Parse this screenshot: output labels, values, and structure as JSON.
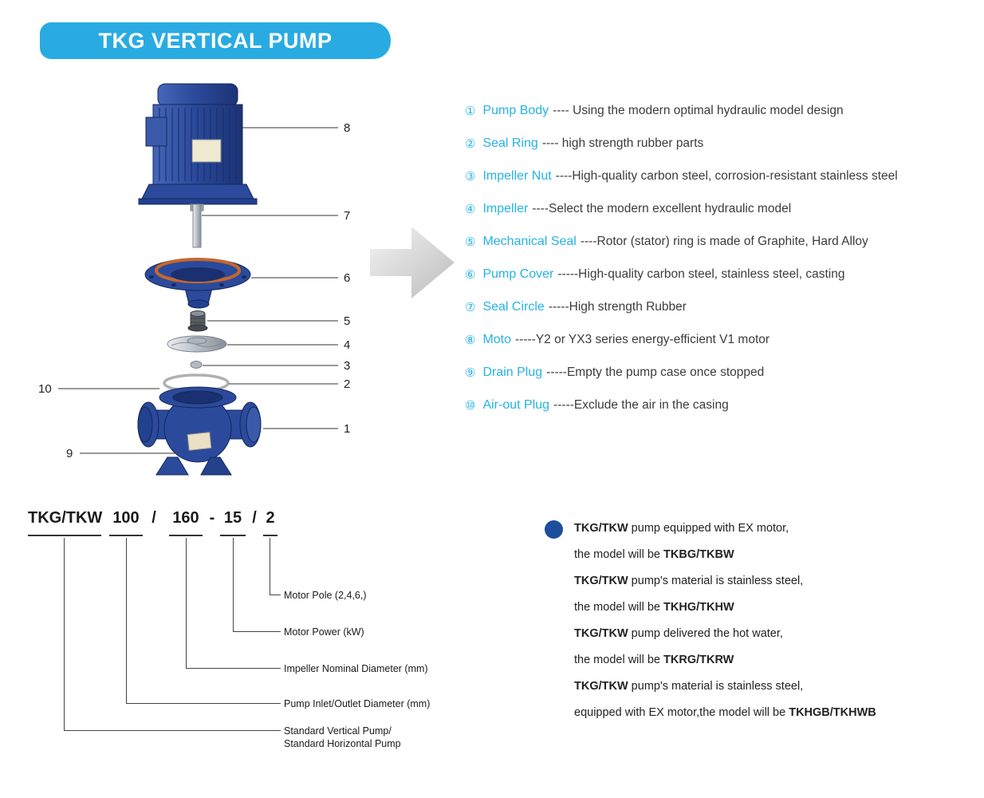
{
  "banner": {
    "title": "TKG VERTICAL PUMP"
  },
  "diagram": {
    "callouts_right": [
      "8",
      "7",
      "6",
      "5",
      "4",
      "3",
      "2",
      "1"
    ],
    "callouts_left": [
      "10",
      "9"
    ]
  },
  "parts_list": [
    {
      "num": "①",
      "name": "Pump Body",
      "desc": "---- Using the modern optimal hydraulic model design"
    },
    {
      "num": "②",
      "name": "Seal Ring",
      "desc": "---- high strength rubber parts"
    },
    {
      "num": "③",
      "name": "Impeller Nut",
      "desc": "----High-quality carbon steel, corrosion-resistant stainless steel"
    },
    {
      "num": "④",
      "name": "Impeller",
      "desc": "----Select the modern excellent hydraulic model"
    },
    {
      "num": "⑤",
      "name": "Mechanical Seal",
      "desc": "----Rotor (stator) ring is made of Graphite, Hard Alloy"
    },
    {
      "num": "⑥",
      "name": "Pump Cover",
      "desc": "-----High-quality carbon steel, stainless steel, casting"
    },
    {
      "num": "⑦",
      "name": "Seal Circle",
      "desc": "-----High strength Rubber"
    },
    {
      "num": "⑧",
      "name": "Moto",
      "desc": "-----Y2 or YX3 series energy-efficient V1 motor"
    },
    {
      "num": "⑨",
      "name": "Drain Plug",
      "desc": "-----Empty the pump case once stopped"
    },
    {
      "num": "⑩",
      "name": "Air-out Plug",
      "desc": "-----Exclude the air in the casing"
    }
  ],
  "model_code": {
    "segments": [
      {
        "text": "TKG/TKW"
      },
      {
        "text": "100"
      },
      {
        "text": "/"
      },
      {
        "text": "160"
      },
      {
        "text": "-"
      },
      {
        "text": "15"
      },
      {
        "text": "/"
      },
      {
        "text": "2"
      }
    ],
    "labels": [
      "Motor Pole (2,4,6,)",
      "Motor Power (kW)",
      "Impeller Nominal Diameter (mm)",
      "Pump Inlet/Outlet Diameter (mm)",
      "Standard Vertical Pump/",
      "Standard Horizontal Pump"
    ]
  },
  "notes": {
    "lines": [
      {
        "pre": "",
        "bold": "TKG/TKW",
        "rest": " pump equipped with EX motor,"
      },
      {
        "pre": "the model will be ",
        "bold": "TKBG/TKBW",
        "rest": ""
      },
      {
        "pre": "",
        "bold": "TKG/TKW",
        "rest": " pump's material is stainless steel,"
      },
      {
        "pre": "the model will be ",
        "bold": "TKHG/TKHW",
        "rest": ""
      },
      {
        "pre": "",
        "bold": "TKG/TKW",
        "rest": " pump delivered the hot water,"
      },
      {
        "pre": "the model will be ",
        "bold": "TKRG/TKRW",
        "rest": ""
      },
      {
        "pre": "",
        "bold": "TKG/TKW",
        "rest": " pump's material is stainless steel,"
      },
      {
        "pre": "equipped with EX motor,the model will be ",
        "bold": "TKHGB/TKHWB",
        "rest": ""
      }
    ]
  },
  "colors": {
    "banner_blue": "#29abe2",
    "accent_cyan": "#25b2e5",
    "pump_blue": "#2b4a9b",
    "bullet_navy": "#1c4e9d",
    "text_dark": "#3c3c3c"
  }
}
